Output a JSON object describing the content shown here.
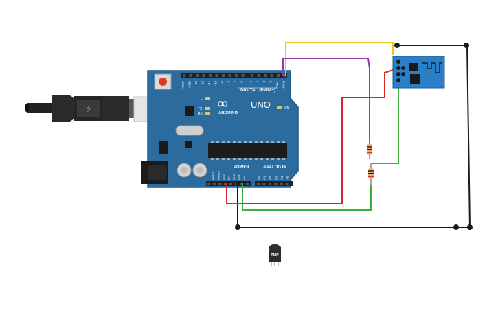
{
  "arduino": {
    "brand_symbol": "∞",
    "brand_text": "ARDUINO",
    "model": "UNO",
    "digital_label": "DIGITAL (PWM~)",
    "power_label": "POWER",
    "analog_label": "ANALOG IN",
    "on_label": "ON",
    "l_label": "L",
    "tx_label": "TX",
    "rx_label": "RX",
    "digital_pins": [
      "AREF",
      "GND",
      "13",
      "12",
      "~11",
      "~10",
      "~9",
      "8",
      "7",
      "~6",
      "~5",
      "4",
      "~3",
      "2",
      "TX▸1",
      "RX◂0"
    ],
    "power_pins": [
      "IOREF",
      "RESET",
      "3.3V",
      "5V",
      "GND",
      "GND",
      "Vin"
    ],
    "analog_pins": [
      "A0",
      "A1",
      "A2",
      "A3",
      "A4",
      "A5"
    ]
  },
  "temp_sensor": {
    "label": "TMP"
  },
  "colors": {
    "board": "#2b6b9e",
    "board_edge": "#1f5a86",
    "header": "#222222",
    "wire_yellow": "#e8c91a",
    "wire_purple": "#8e3cb0",
    "wire_red": "#d8262a",
    "wire_green": "#3fae3a",
    "wire_black": "#1a1a1a",
    "esp_board": "#2b7fc7"
  }
}
